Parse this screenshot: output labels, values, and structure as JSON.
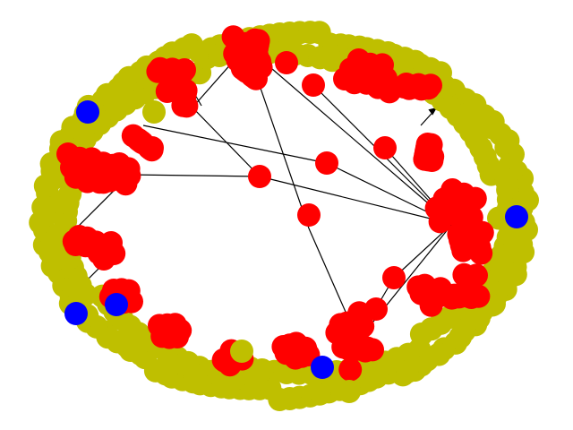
{
  "colors": {
    "background": "#ffffff",
    "edge": "#000000",
    "node_red": "#ff0000",
    "node_olive": "#bfbf00",
    "node_blue": "#0000ff"
  },
  "graph": {
    "node_classes": [
      {
        "class": "red",
        "color": "#ff0000"
      },
      {
        "class": "olive",
        "color": "#bfbf00"
      },
      {
        "class": "blue",
        "color": "#0000ff"
      }
    ],
    "directed": true,
    "node_labels_visible": false
  }
}
